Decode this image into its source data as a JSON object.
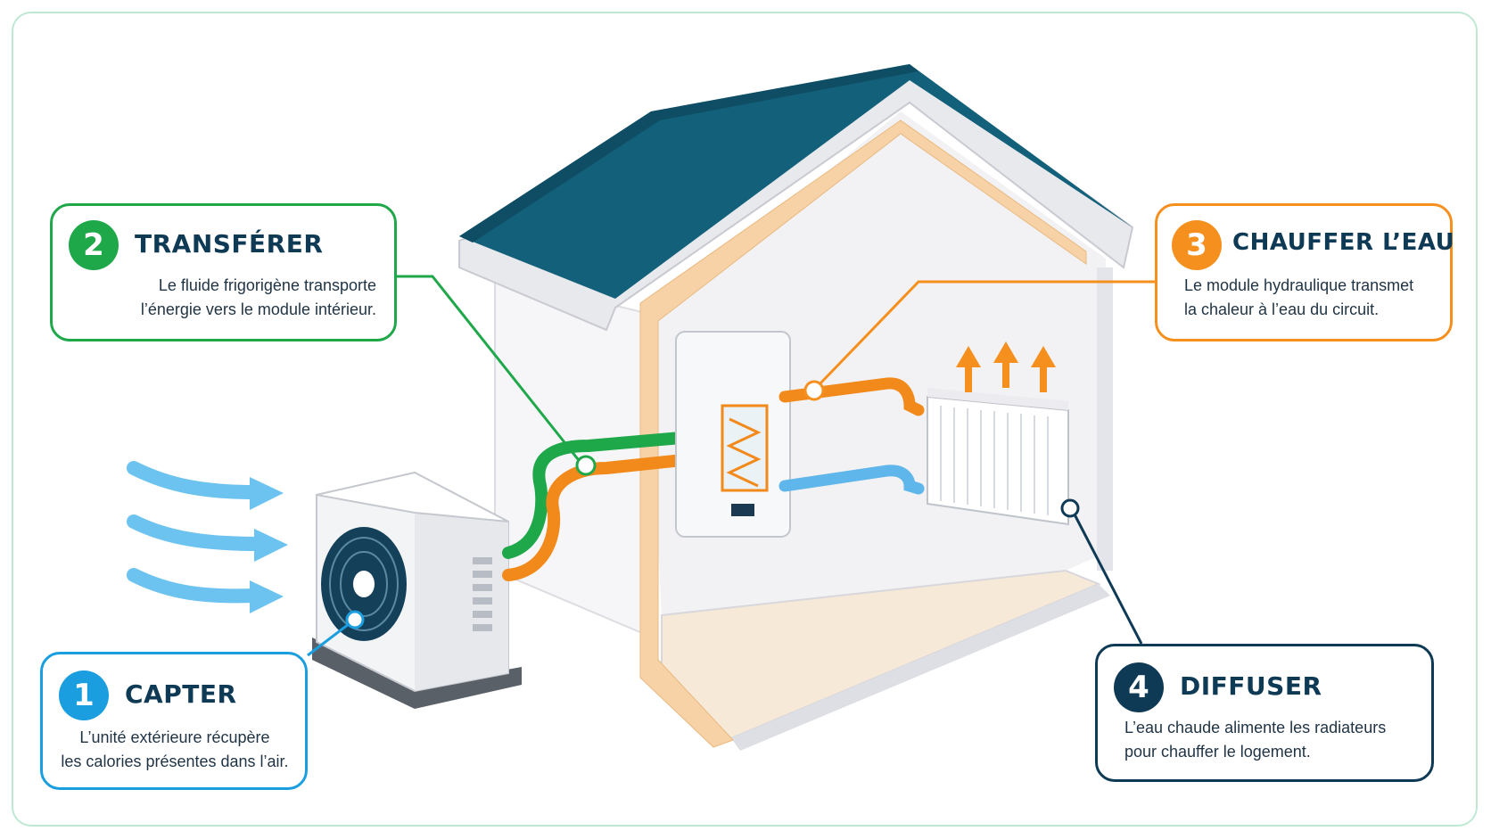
{
  "colors": {
    "step1": "#1a9ee0",
    "step2": "#1fa84a",
    "step3": "#f5901e",
    "step4": "#0e3a55",
    "roof": "#13607a",
    "frame_border": "#bfe8d3"
  },
  "steps": [
    {
      "number": "1",
      "title": "CAPTER",
      "lines": [
        "L’unité extérieure récupère",
        "les calories présentes dans l’air."
      ]
    },
    {
      "number": "2",
      "title": "TRANSFÉRER",
      "lines": [
        "Le fluide frigorigène transporte",
        "l’énergie vers le module intérieur."
      ]
    },
    {
      "number": "3",
      "title": "CHAUFFER L’EAU",
      "lines": [
        "Le module hydraulique transmet",
        "la chaleur à l’eau du circuit."
      ]
    },
    {
      "number": "4",
      "title": "DIFFUSER",
      "lines": [
        "L’eau chaude alimente les radiateurs",
        "pour chauffer le logement."
      ]
    }
  ],
  "icons": {
    "air_flow": "wind-arrow-icon",
    "heat_rising": "heat-arrow-icon",
    "fan": "fan-icon"
  }
}
